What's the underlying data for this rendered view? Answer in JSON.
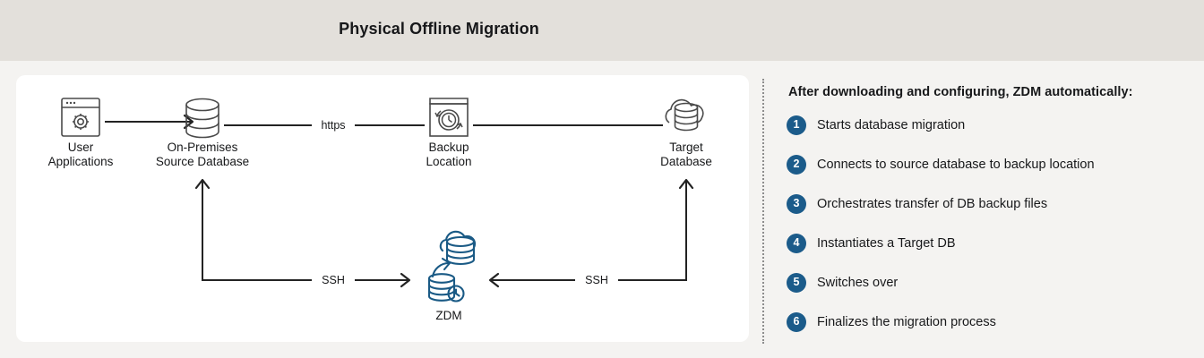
{
  "header": {
    "title": "Physical Offline Migration",
    "background_color": "#e3e0db"
  },
  "theme": {
    "page_background": "#f4f3f1",
    "card_background": "#ffffff",
    "accent_blue": "#1b5b8a",
    "zdm_icon_blue": "#1a5a85",
    "line_color": "#232323",
    "icon_gray": "#4a4a4a",
    "divider_color": "#8d8d8d"
  },
  "diagram": {
    "nodes": [
      {
        "id": "user-applications",
        "icon": "browser-gear-icon",
        "label_line1": "User",
        "label_line2": "Applications"
      },
      {
        "id": "on-premises-source-database",
        "icon": "database-cylinder-icon",
        "label_line1": "On-Premises",
        "label_line2": "Source Database"
      },
      {
        "id": "backup-location",
        "icon": "archive-clock-backup-icon",
        "label_line1": "Backup",
        "label_line2": "Location"
      },
      {
        "id": "target-database",
        "icon": "cloud-database-icon",
        "label_line1": "Target",
        "label_line2": "Database"
      },
      {
        "id": "zdm",
        "icon": "zdm-migration-icon",
        "label_line1": "ZDM",
        "label_line2": ""
      }
    ],
    "edge_labels": {
      "https": "https",
      "ssh_left": "SSH",
      "ssh_right": "SSH"
    }
  },
  "steps_panel": {
    "heading": "After downloading and configuring, ZDM automatically:",
    "steps": [
      {
        "number": "1",
        "text": "Starts database migration"
      },
      {
        "number": "2",
        "text": "Connects to source database to backup location"
      },
      {
        "number": "3",
        "text": "Orchestrates transfer of DB backup files"
      },
      {
        "number": "4",
        "text": "Instantiates a Target DB"
      },
      {
        "number": "5",
        "text": "Switches over"
      },
      {
        "number": "6",
        "text": "Finalizes the migration process"
      }
    ]
  }
}
